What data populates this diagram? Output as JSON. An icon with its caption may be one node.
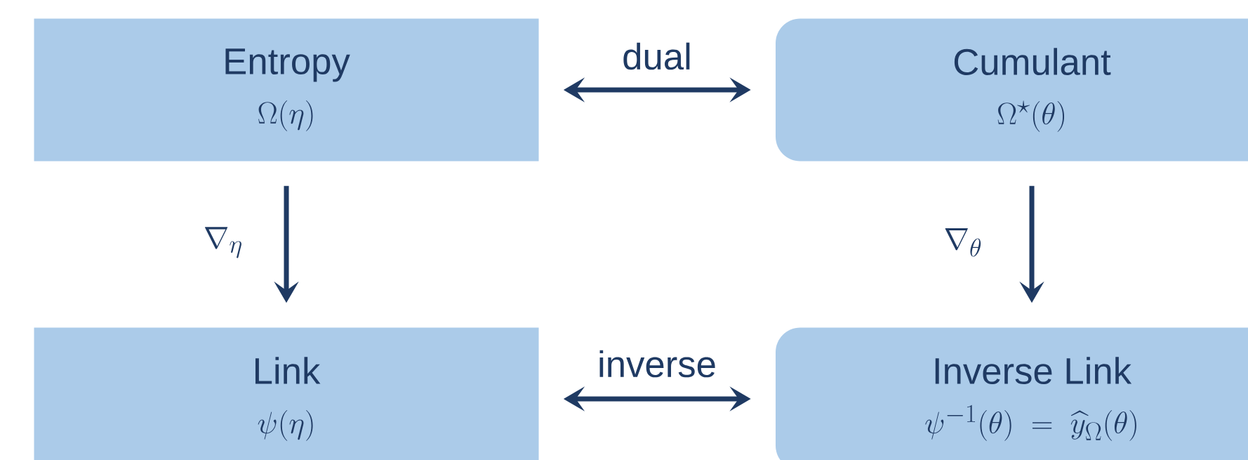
{
  "diagram": {
    "nodes": [
      {
        "text": [
          "Entropy",
          "\\Omega(\\eta)"
        ]
      },
      {
        "text": [
          "Cumulant",
          "\\Omega^\\star(\\theta)"
        ]
      },
      {
        "text": [
          "Link",
          "\\psi(\\eta)"
        ]
      },
      {
        "text": [
          "Inverse Link",
          "\\psi^{-1}(\\theta) \\;=\\; \\widehat{y}_\\Omega(\\theta)"
        ]
      }
    ],
    "edges": [
      {
        "from": 0,
        "to": 1,
        "arrow": "both",
        "label": "dual"
      },
      {
        "from": 0,
        "to": 2,
        "arrow": "to",
        "label": "\\nabla_\\eta"
      },
      {
        "from": 1,
        "to": 3,
        "arrow": "to",
        "label": "\\nabla_\\theta"
      },
      {
        "from": 2,
        "to": 3,
        "arrow": "both",
        "label": "inverse"
      }
    ]
  }
}
